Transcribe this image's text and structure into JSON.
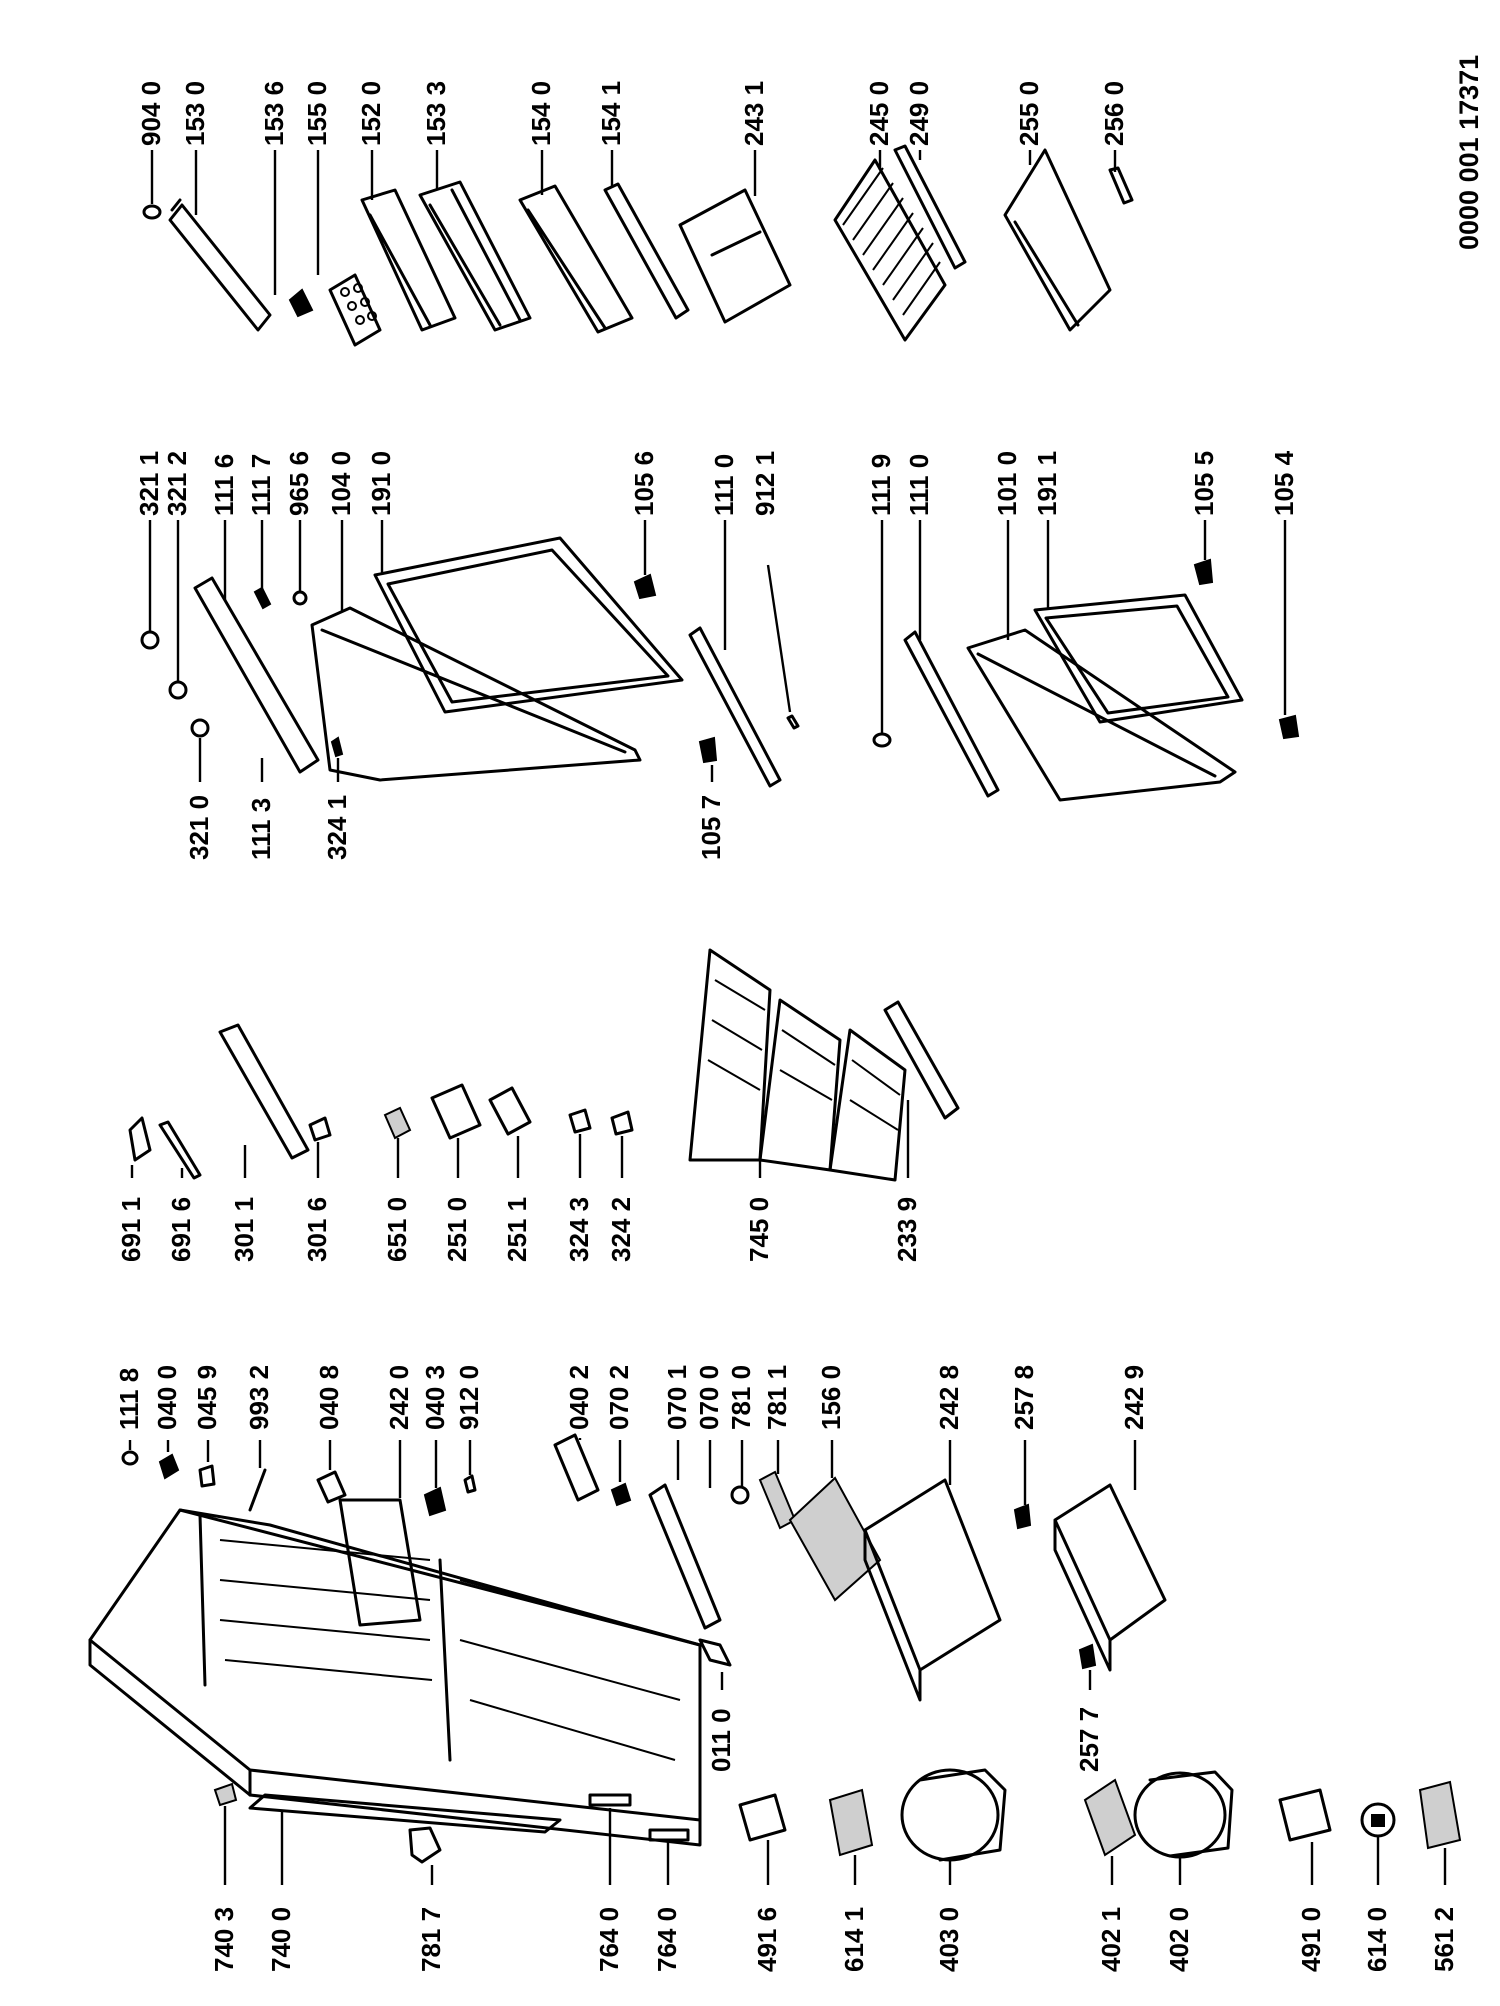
{
  "document_number": "0000 001 17371",
  "labels": {
    "p9040": "904 0",
    "p1530": "153 0",
    "p1536": "153 6",
    "p1550": "155 0",
    "p1520": "152 0",
    "p1533": "153 3",
    "p1540": "154 0",
    "p1541": "154 1",
    "p2431": "243 1",
    "p2450": "245 0",
    "p2490": "249 0",
    "p2550": "255 0",
    "p2560": "256 0",
    "p3211": "321 1",
    "p3212": "321 2",
    "p1116": "111 6",
    "p1117": "111 7",
    "p9656": "965 6",
    "p1040": "104 0",
    "p1910": "191 0",
    "p1056": "105 6",
    "p1110a": "111 0",
    "p9121": "912 1",
    "p3210": "321 0",
    "p1113": "111 3",
    "p3241": "324 1",
    "p1057": "105 7",
    "p1119": "111 9",
    "p1110b": "111 0",
    "p1010": "101 0",
    "p1911": "191 1",
    "p1055": "105 5",
    "p1054": "105 4",
    "p6911": "691 1",
    "p6916": "691 6",
    "p3011": "301 1",
    "p3016": "301 6",
    "p6510": "651 0",
    "p2510": "251 0",
    "p2511": "251 1",
    "p3243": "324 3",
    "p3242": "324 2",
    "p7450": "745 0",
    "p2339": "233 9",
    "p1118": "111 8",
    "p0400": "040 0",
    "p0459": "045 9",
    "p9932": "993 2",
    "p0408": "040 8",
    "p2420": "242 0",
    "p0403": "040 3",
    "p9120": "912 0",
    "p0402": "040 2",
    "p0702": "070 2",
    "p0701": "070 1",
    "p0700": "070 0",
    "p7810": "781 0",
    "p7811": "781 1",
    "p1560": "156 0",
    "p2428": "242 8",
    "p2578": "257 8",
    "p2429": "242 9",
    "p0110": "011 0",
    "p2577": "257 7",
    "p7403": "740 3",
    "p7400": "740 0",
    "p7817": "781 7",
    "p7640a": "764 0",
    "p7640b": "764 0",
    "p4916": "491 6",
    "p6141": "614 1",
    "p4030": "403 0",
    "p4021": "402 1",
    "p4020": "402 0",
    "p4910": "491 0",
    "p6140": "614 0",
    "p5612": "561 2"
  },
  "colors": {
    "line": "#000000",
    "background": "#ffffff",
    "shade": "#cfcfcf"
  }
}
